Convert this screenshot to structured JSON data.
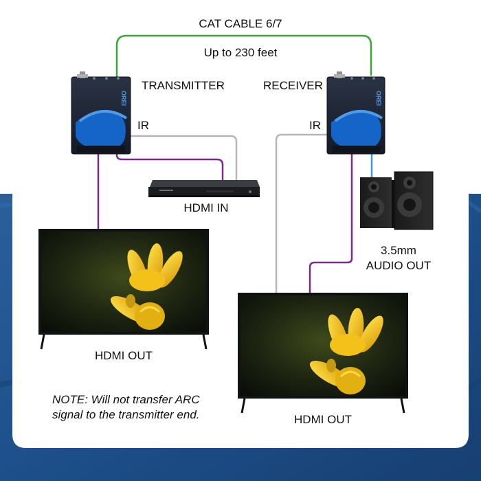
{
  "cable": {
    "title": "CAT CABLE 6/7",
    "distance": "Up to 230 feet"
  },
  "transmitter": {
    "label": "TRANSMITTER",
    "brand": "OREI",
    "ir_label": "IR"
  },
  "receiver": {
    "label": "RECEIVER",
    "brand": "OREI",
    "ir_label": "IR"
  },
  "source": {
    "label": "HDMI IN"
  },
  "speakers": {
    "label_line1": "3.5mm",
    "label_line2": "AUDIO OUT"
  },
  "tv_left": {
    "label": "HDMI OUT"
  },
  "tv_right": {
    "label": "HDMI OUT"
  },
  "note": {
    "line1": "NOTE: Will not transfer ARC",
    "line2": "signal to the transmitter end."
  },
  "colors": {
    "background_blue": "#1d4f8a",
    "panel_white": "#ffffff",
    "cat_cable": "#3aa63a",
    "hdmi_cable": "#7b2a8c",
    "ir_cable": "#b7b7b7",
    "audio_cable": "#3a9ad9",
    "device_body": "#1b2231",
    "device_accent": "#1565c8"
  }
}
